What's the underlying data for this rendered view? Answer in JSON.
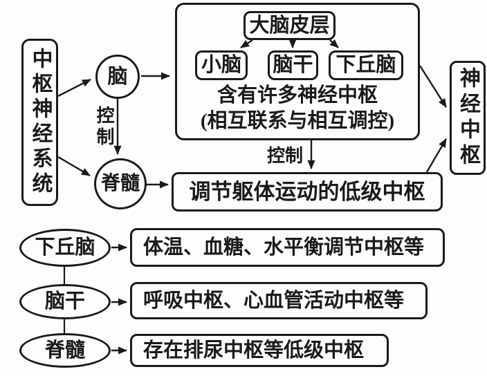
{
  "colors": {
    "ink": "#1a1a1a",
    "paper": "#fdfdfd"
  },
  "diagram": {
    "cns_box": "中枢神经系统",
    "brain_circle": "脑",
    "spinal_circle": "脊髓",
    "control_left": "控制",
    "control_mid": "控制",
    "cortex_box": "大脑皮层",
    "cerebellum_box": "小脑",
    "brainstem_box": "脑干",
    "hypothalamus_box": "下丘脑",
    "brain_note_line1": "含有许多神经中枢",
    "brain_note_line2": "(相互联系与相互调控)",
    "somatic_box": "调节躯体运动的低级中枢",
    "nerve_center_box": "神经中枢",
    "rows": [
      {
        "node": "下丘脑",
        "desc": "体温、血糖、水平衡调节中枢等"
      },
      {
        "node": "脑干",
        "desc": "呼吸中枢、心血管活动中枢等"
      },
      {
        "node": "脊髓",
        "desc": "存在排尿中枢等低级中枢"
      }
    ]
  }
}
